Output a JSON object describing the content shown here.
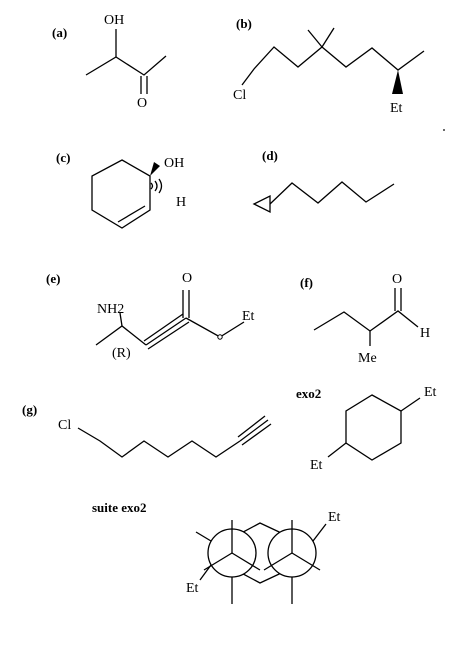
{
  "labels": {
    "a": "(a)",
    "b": "(b)",
    "c": "(c)",
    "d": "(d)",
    "e": "(e)",
    "f": "(f)",
    "g": "(g)",
    "exo2": "exo2",
    "suite_exo2": "suite exo2"
  },
  "atoms": {
    "a_oh": "OH",
    "a_o": "O",
    "b_cl": "Cl",
    "b_et": "Et",
    "c_oh": "OH",
    "c_h": "H",
    "e_nh2": "NH2",
    "e_r": "(R)",
    "e_o": "O",
    "e_et": "Et",
    "f_o": "O",
    "f_h": "H",
    "f_me": "Me",
    "g_cl": "Cl",
    "x_et_top": "Et",
    "x_et_bottom": "Et",
    "n_et_right": "Et",
    "n_et_left": "Et"
  }
}
